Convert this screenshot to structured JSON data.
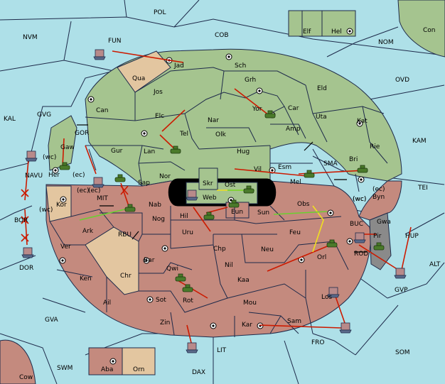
{
  "colors": {
    "sea": "#aee0e8",
    "green_power": "#a5c48f",
    "red_power": "#c48a7e",
    "neutral": "#e3c6a0",
    "border": "#1e2a4a",
    "order_move": "#cc1a00",
    "order_support_a": "#f0e020",
    "order_support_b": "#6ad030",
    "unit_army": "#4a7a2a",
    "unit_fleet": "#b88a8a"
  },
  "sea_labels": [
    "POL",
    "NVM",
    "FUN",
    "COB",
    "NOM",
    "Con",
    "OVD",
    "KAL",
    "GVG",
    "KAM",
    "TEI",
    "SMA",
    "BUC",
    "ALT",
    "HUP",
    "GVP",
    "ROD",
    "MIT",
    "RBU",
    "BOR",
    "DOR",
    "NAVU",
    "GOR",
    "GVA",
    "FRO",
    "LIT",
    "SOM",
    "SWM",
    "DAX",
    "Cow"
  ],
  "land_labels": [
    "Elf",
    "Hel",
    "Jad",
    "Sch",
    "Qua",
    "Grh",
    "Jos",
    "Can",
    "Eld",
    "Car",
    "Elc",
    "Nar",
    "Yor",
    "Uta",
    "Kat",
    "Amp",
    "Tel",
    "Olk",
    "Gaw",
    "Gur",
    "Lan",
    "Hug",
    "Rie",
    "Bri",
    "Nor",
    "Vil",
    "Esm",
    "Mel",
    "Byn",
    "Her",
    "Sap",
    "Skr",
    "Ost",
    "Web",
    "Kor",
    "Nab",
    "Eun",
    "Obs",
    "Gwa",
    "Sun",
    "Ark",
    "Hil",
    "Nog",
    "Uru",
    "Feu",
    "Pir",
    "Ver",
    "Chp",
    "Neu",
    "Bar",
    "Qwi",
    "Nil",
    "Orl",
    "Ken",
    "Chr",
    "Kaa",
    "Ail",
    "Rot",
    "Sot",
    "Mou",
    "Los",
    "Zin",
    "Kar",
    "Sam",
    "Aba",
    "Orn"
  ],
  "coast_labels": [
    "(wc)",
    "(ec)",
    "(wc)",
    "(ec)",
    "(ec)",
    "(wc)",
    "(ec)",
    "(wc)"
  ]
}
